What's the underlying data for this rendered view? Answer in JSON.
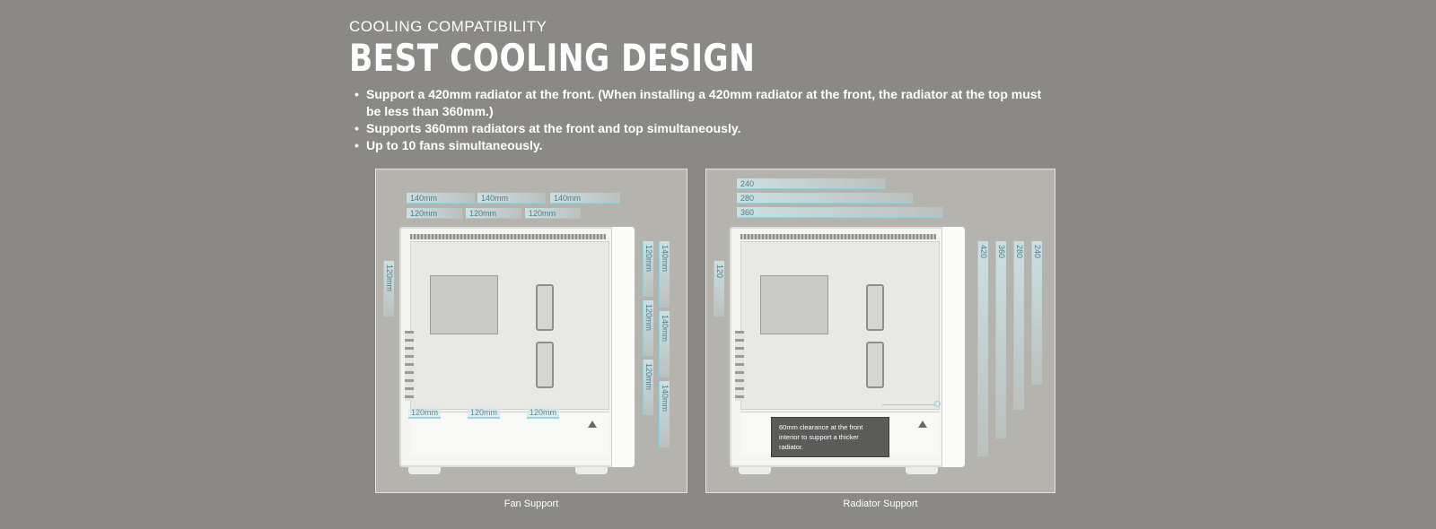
{
  "section": {
    "eyebrow": "COOLING COMPATIBILITY",
    "title": "BEST COOLING DESIGN",
    "bullets": [
      "Support a 420mm radiator at the front. (When installing a 420mm radiator at the front, the radiator at the top must be less than 360mm.)",
      "Supports 360mm radiators at the front and top simultaneously.",
      "Up to 10 fans simultaneously."
    ]
  },
  "fan_panel": {
    "caption": "Fan Support",
    "top_140": [
      "140mm",
      "140mm",
      "140mm"
    ],
    "top_120": [
      "120mm",
      "120mm",
      "120mm"
    ],
    "rear": "120mm",
    "front_120": [
      "120mm",
      "120mm",
      "120mm"
    ],
    "front_140": [
      "140mm",
      "140mm",
      "140mm"
    ],
    "bottom": [
      "120mm",
      "120mm",
      "120mm"
    ]
  },
  "radiator_panel": {
    "caption": "Radiator Support",
    "top": [
      "240",
      "280",
      "360"
    ],
    "rear": "120",
    "front": [
      "420",
      "360",
      "280",
      "240"
    ],
    "note": "60mm clearance at the front interior to support a thicker radiator."
  },
  "colors": {
    "background": "#8a8985",
    "panel": "#b4b3ae",
    "measure_accent": "#8fd0da"
  }
}
